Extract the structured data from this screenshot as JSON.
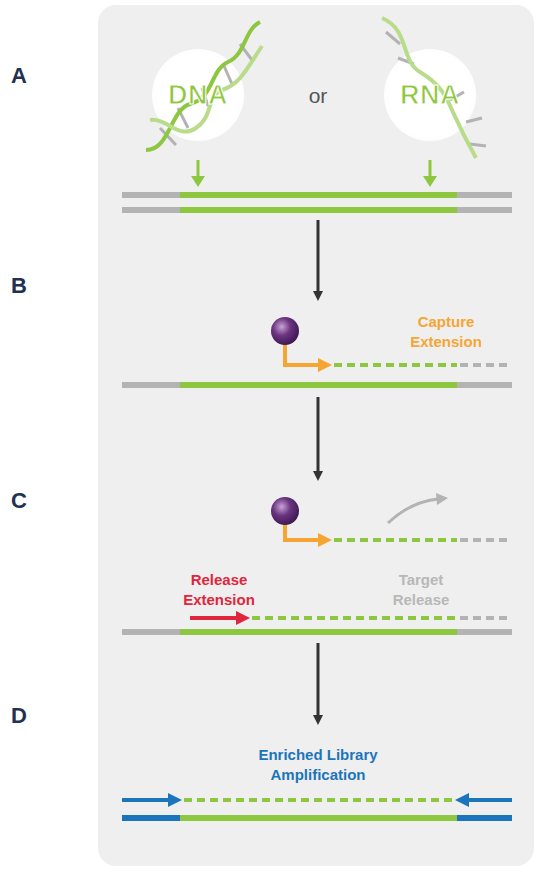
{
  "diagram": {
    "nodes": [
      {
        "text": [
          "DNA"
        ]
      },
      {
        "text": [
          "RNA"
        ]
      }
    ],
    "labels": [
      "A",
      "B",
      "C",
      "D",
      "or",
      "Capture Extension",
      "Release Extension",
      "Target Release",
      "Enriched Library Amplification"
    ]
  }
}
